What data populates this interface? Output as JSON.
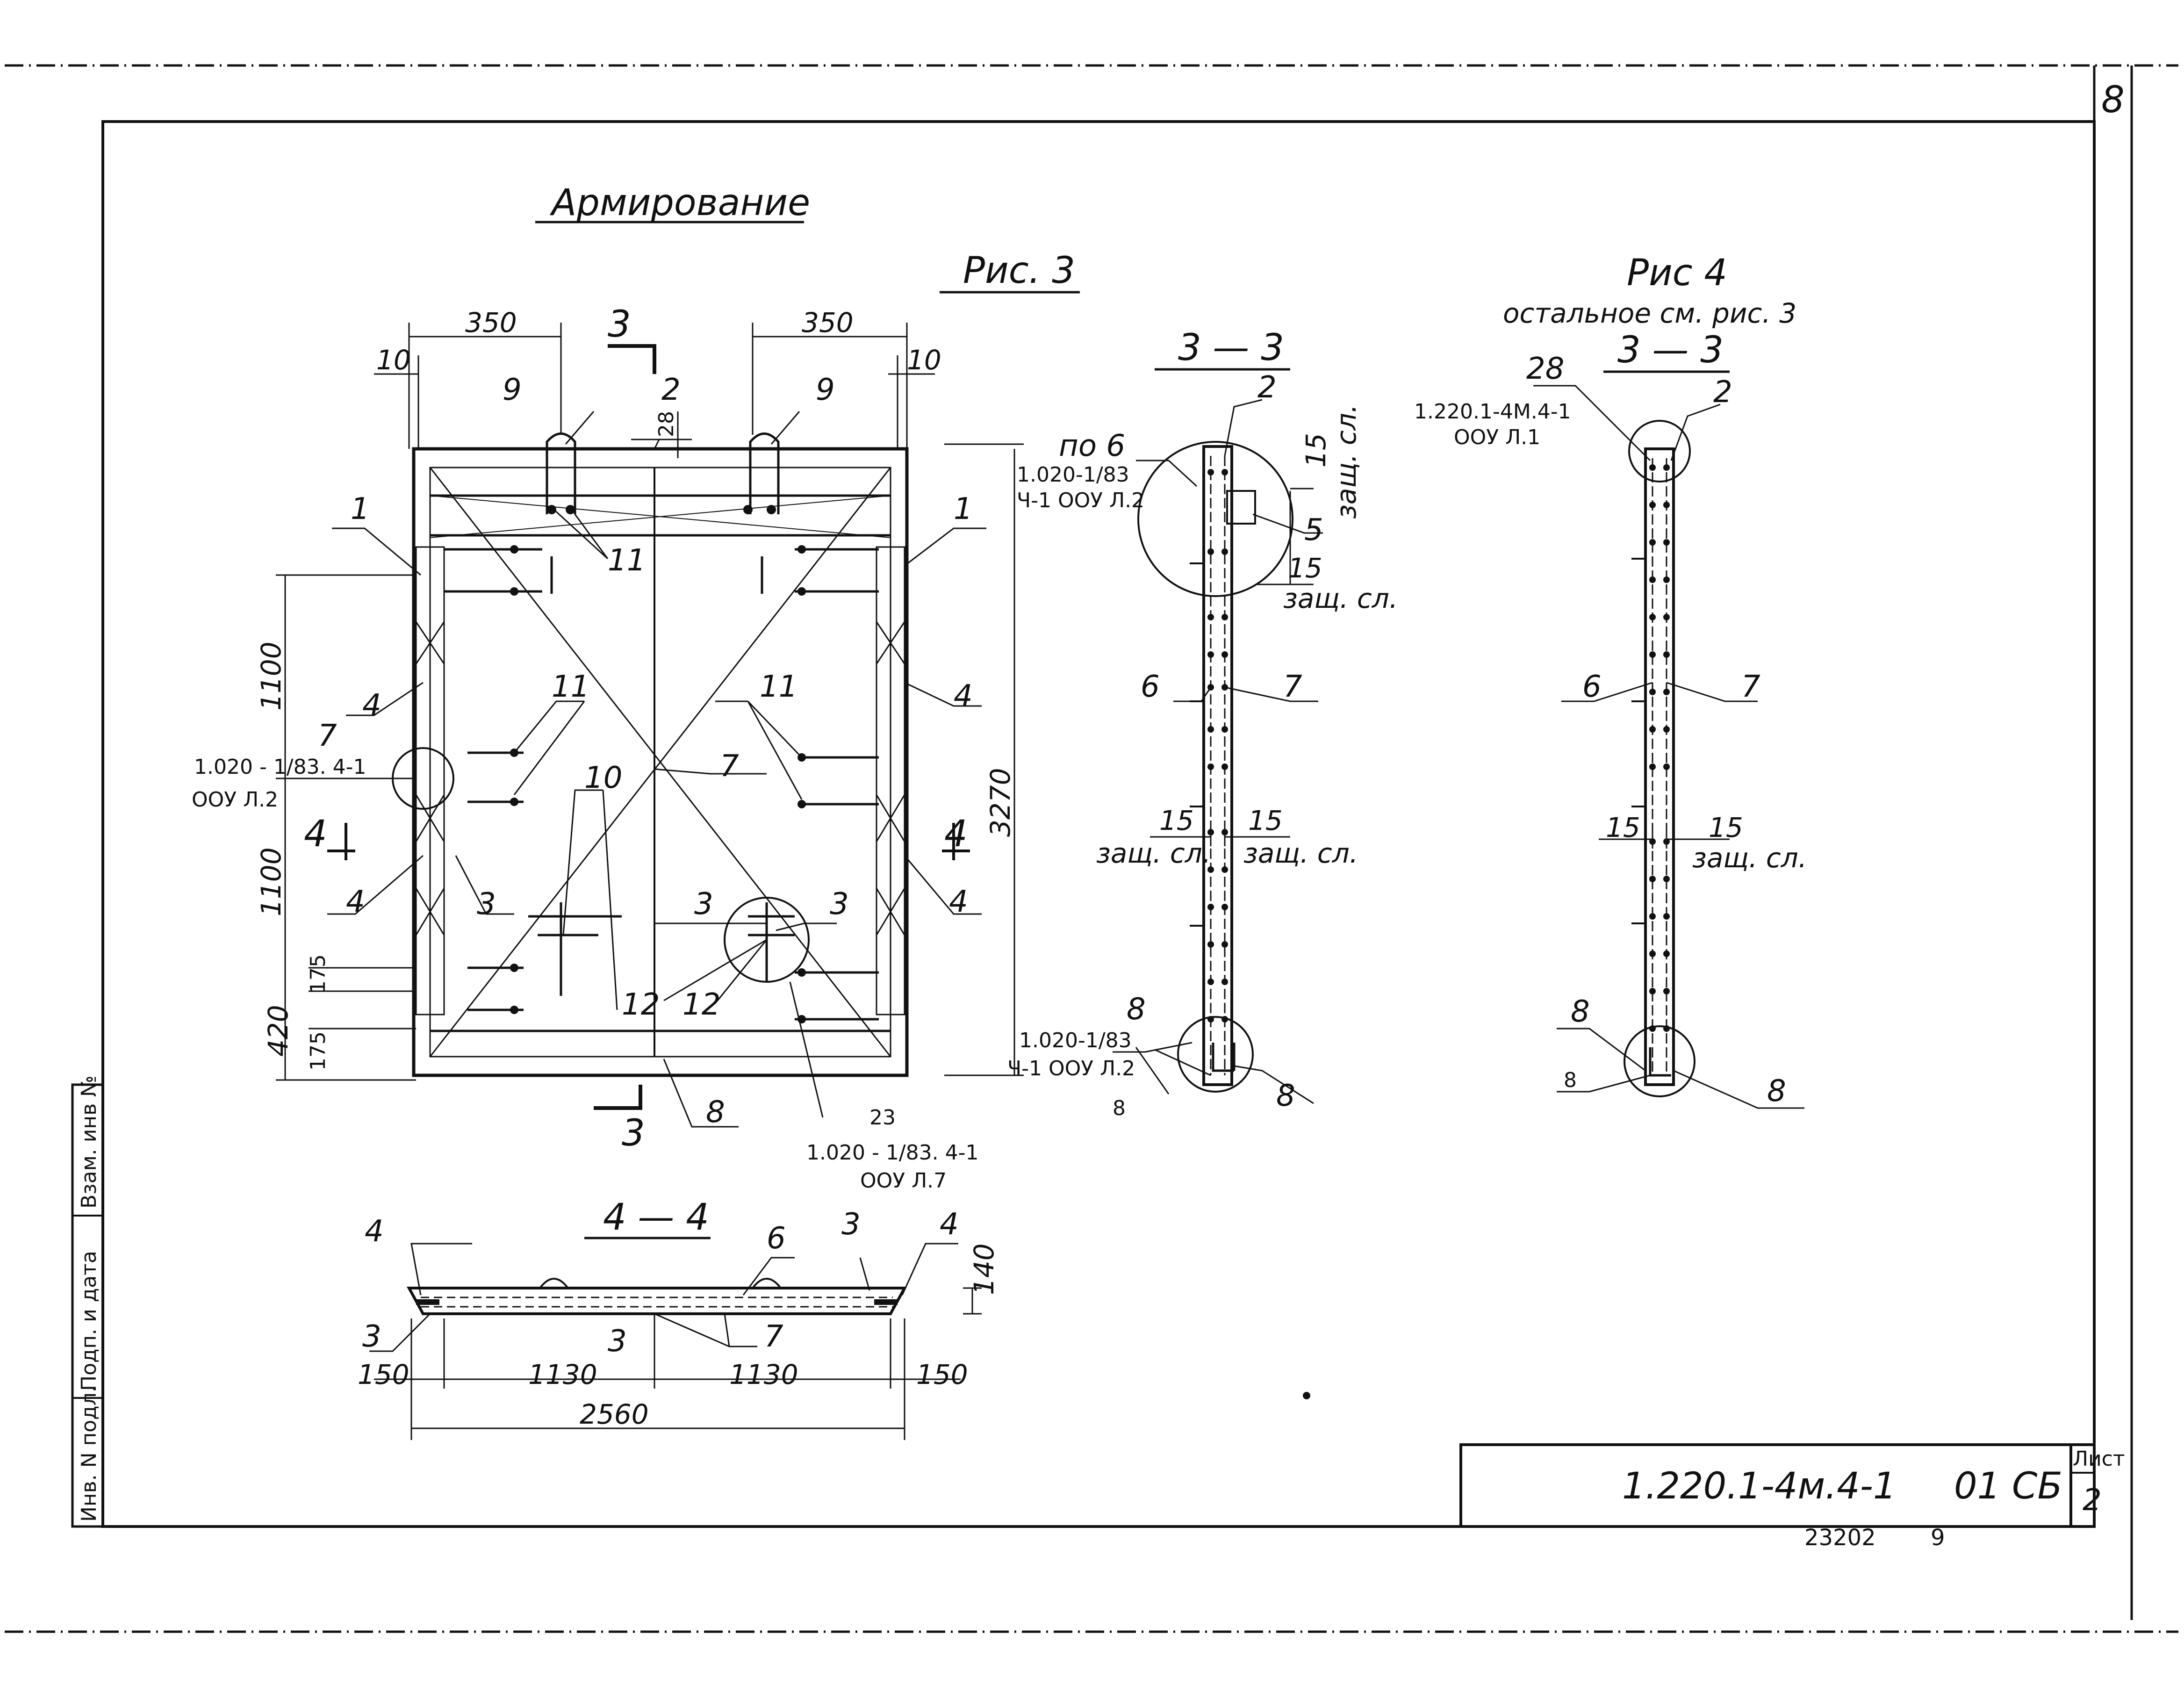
{
  "sheet": {
    "corner_number": "8",
    "title": "Армирование"
  },
  "fig3": {
    "caption": "Рис. 3",
    "dims": {
      "w_left": "350",
      "w_right": "350",
      "edge_left": "10",
      "edge_right": "10",
      "top_28": "28",
      "h1": "1100",
      "h2": "1100",
      "h_total": "3270",
      "d175a": "175",
      "d420": "420",
      "d175b": "175"
    },
    "marks": {
      "m1_left": "1",
      "m1_right": "1",
      "m2": "2",
      "m9_left": "9",
      "m9_right": "9",
      "m11_top": "11",
      "m4_a": "4",
      "m4_b": "4",
      "m4_c": "4",
      "m4_d": "4",
      "m11_left": "11",
      "m11_right": "11",
      "m7_left": "7",
      "m7_center": "7",
      "m10": "10",
      "m3_left": "3",
      "m3_c1": "3",
      "m3_c2": "3",
      "m12_left": "12",
      "m12_right": "12",
      "m8": "8",
      "m23": "23"
    },
    "section_3": "3",
    "section_4": "4",
    "refs": {
      "left_a": "1.020 - 1/83. 4-1",
      "left_b": "ООУ Л.2",
      "bottom_a": "1.020 - 1/83. 4-1",
      "bottom_b": "ООУ Л.7"
    }
  },
  "sec33": {
    "caption": "3 — 3",
    "marks": {
      "m2": "2",
      "m5": "5",
      "m6": "6",
      "m7": "7",
      "m8_top": "8",
      "m8_left": "8",
      "m8_right": "8"
    },
    "dims": {
      "d15_top": "15",
      "d15_mid": "15",
      "d15_l": "15",
      "d15_r": "15"
    },
    "cover": {
      "top": "защ. сл.",
      "mid": "защ. сл.",
      "left": "защ. сл.",
      "right": "защ. сл."
    },
    "refs": {
      "po6": "по 6",
      "top_a": "1.020-1/83",
      "top_b": "Ч-1 ООУ Л.2",
      "bot_a": "1.020-1/83",
      "bot_b": "Ч-1 ООУ Л.2"
    }
  },
  "fig4": {
    "caption": "Рис 4",
    "subcaption": "остальное см. рис. 3",
    "section": "3 — 3",
    "marks": {
      "m28": "28",
      "m2": "2",
      "m6": "6",
      "m7": "7",
      "m8_a": "8",
      "m8_b": "8",
      "m8_c": "8"
    },
    "dims": {
      "d15_l": "15",
      "d15_r": "15"
    },
    "cover_right": "защ. сл.",
    "refs": {
      "a": "1.220.1-4М.4-1",
      "b": "ООУ Л.1"
    }
  },
  "sec44": {
    "caption": "4 — 4",
    "marks": {
      "m4_l": "4",
      "m4_r": "4",
      "m6": "6",
      "m3_top": "3",
      "m3_l": "3",
      "m3_c": "3",
      "m7": "7"
    },
    "dims": {
      "d140": "140",
      "d150_l": "150",
      "d1130_l": "1130",
      "d1130_r": "1130",
      "d150_r": "150",
      "d2560": "2560"
    }
  },
  "stamp": {
    "designation": "1.220.1-4м.4-1",
    "doc": "01 СБ",
    "sheet_label": "Лист",
    "sheet_no": "2",
    "archive_no": "23202",
    "archive_suffix": "9"
  },
  "side_stamp": {
    "c1": "Инв. N подл.",
    "c2": "Подп. и дата",
    "c3": "Взам. инв №"
  }
}
